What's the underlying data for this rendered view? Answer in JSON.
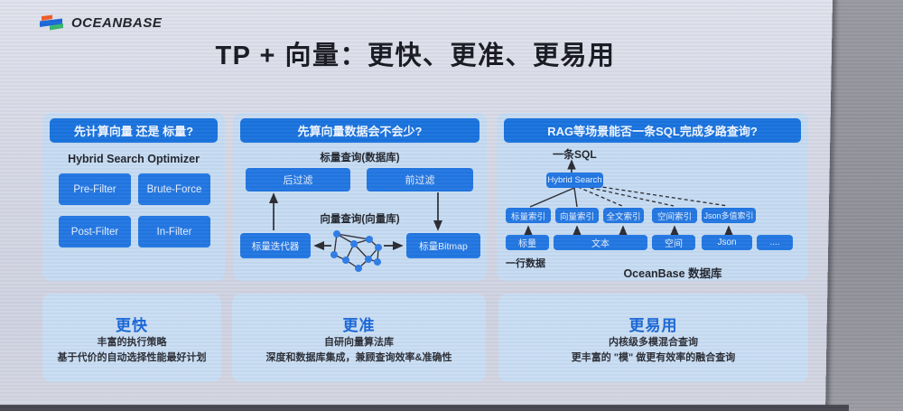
{
  "logo": {
    "text": "OCEANBASE"
  },
  "title": "TP + 向量：更快、更准、更易用",
  "panels": {
    "optimizer": {
      "header": "先计算向量 还是 标量?",
      "subtitle": "Hybrid Search Optimizer",
      "buttons": [
        "Pre-Filter",
        "Brute-Force",
        "Post-Filter",
        "In-Filter"
      ]
    },
    "filter_flow": {
      "header": "先算向量数据会不会少?",
      "scalar_query_label": "标量查询(数据库)",
      "post_filter": "后过滤",
      "pre_filter": "前过滤",
      "vector_query_label": "向量查询(向量库)",
      "scalar_iterator": "标量迭代器",
      "scalar_bitmap": "标量Bitmap"
    },
    "rag": {
      "header": "RAG等场景能否一条SQL完成多路查询?",
      "one_sql": "一条SQL",
      "hybrid_search": "Hybrid Search",
      "indexes": [
        "标量索引",
        "向量索引",
        "全文索引",
        "空间索引",
        "Json多值索引"
      ],
      "columns": [
        "标量",
        "文本",
        "空间",
        "Json",
        "...."
      ],
      "row_label": "一行数据",
      "db_label": "OceanBase 数据库"
    }
  },
  "benefits": [
    {
      "title": "更快",
      "lines": [
        "丰富的执行策略",
        "基于代价的自动选择性能最好计划"
      ]
    },
    {
      "title": "更准",
      "lines": [
        "自研向量算法库",
        "深度和数据库集成，兼顾查询效率&准确性"
      ]
    },
    {
      "title": "更易用",
      "lines": [
        "内核级多模混合查询",
        "更丰富的 \"模\" 做更有效率的融合查询"
      ]
    }
  ],
  "colors": {
    "accent_blue": "#1470dd",
    "box_blue": "#1e74e2",
    "panel_bg": "#c5dbf2",
    "benefit_title": "#1464d6",
    "logo_orange": "#f05a24",
    "logo_blue": "#1565d8",
    "logo_green": "#35b56a"
  }
}
